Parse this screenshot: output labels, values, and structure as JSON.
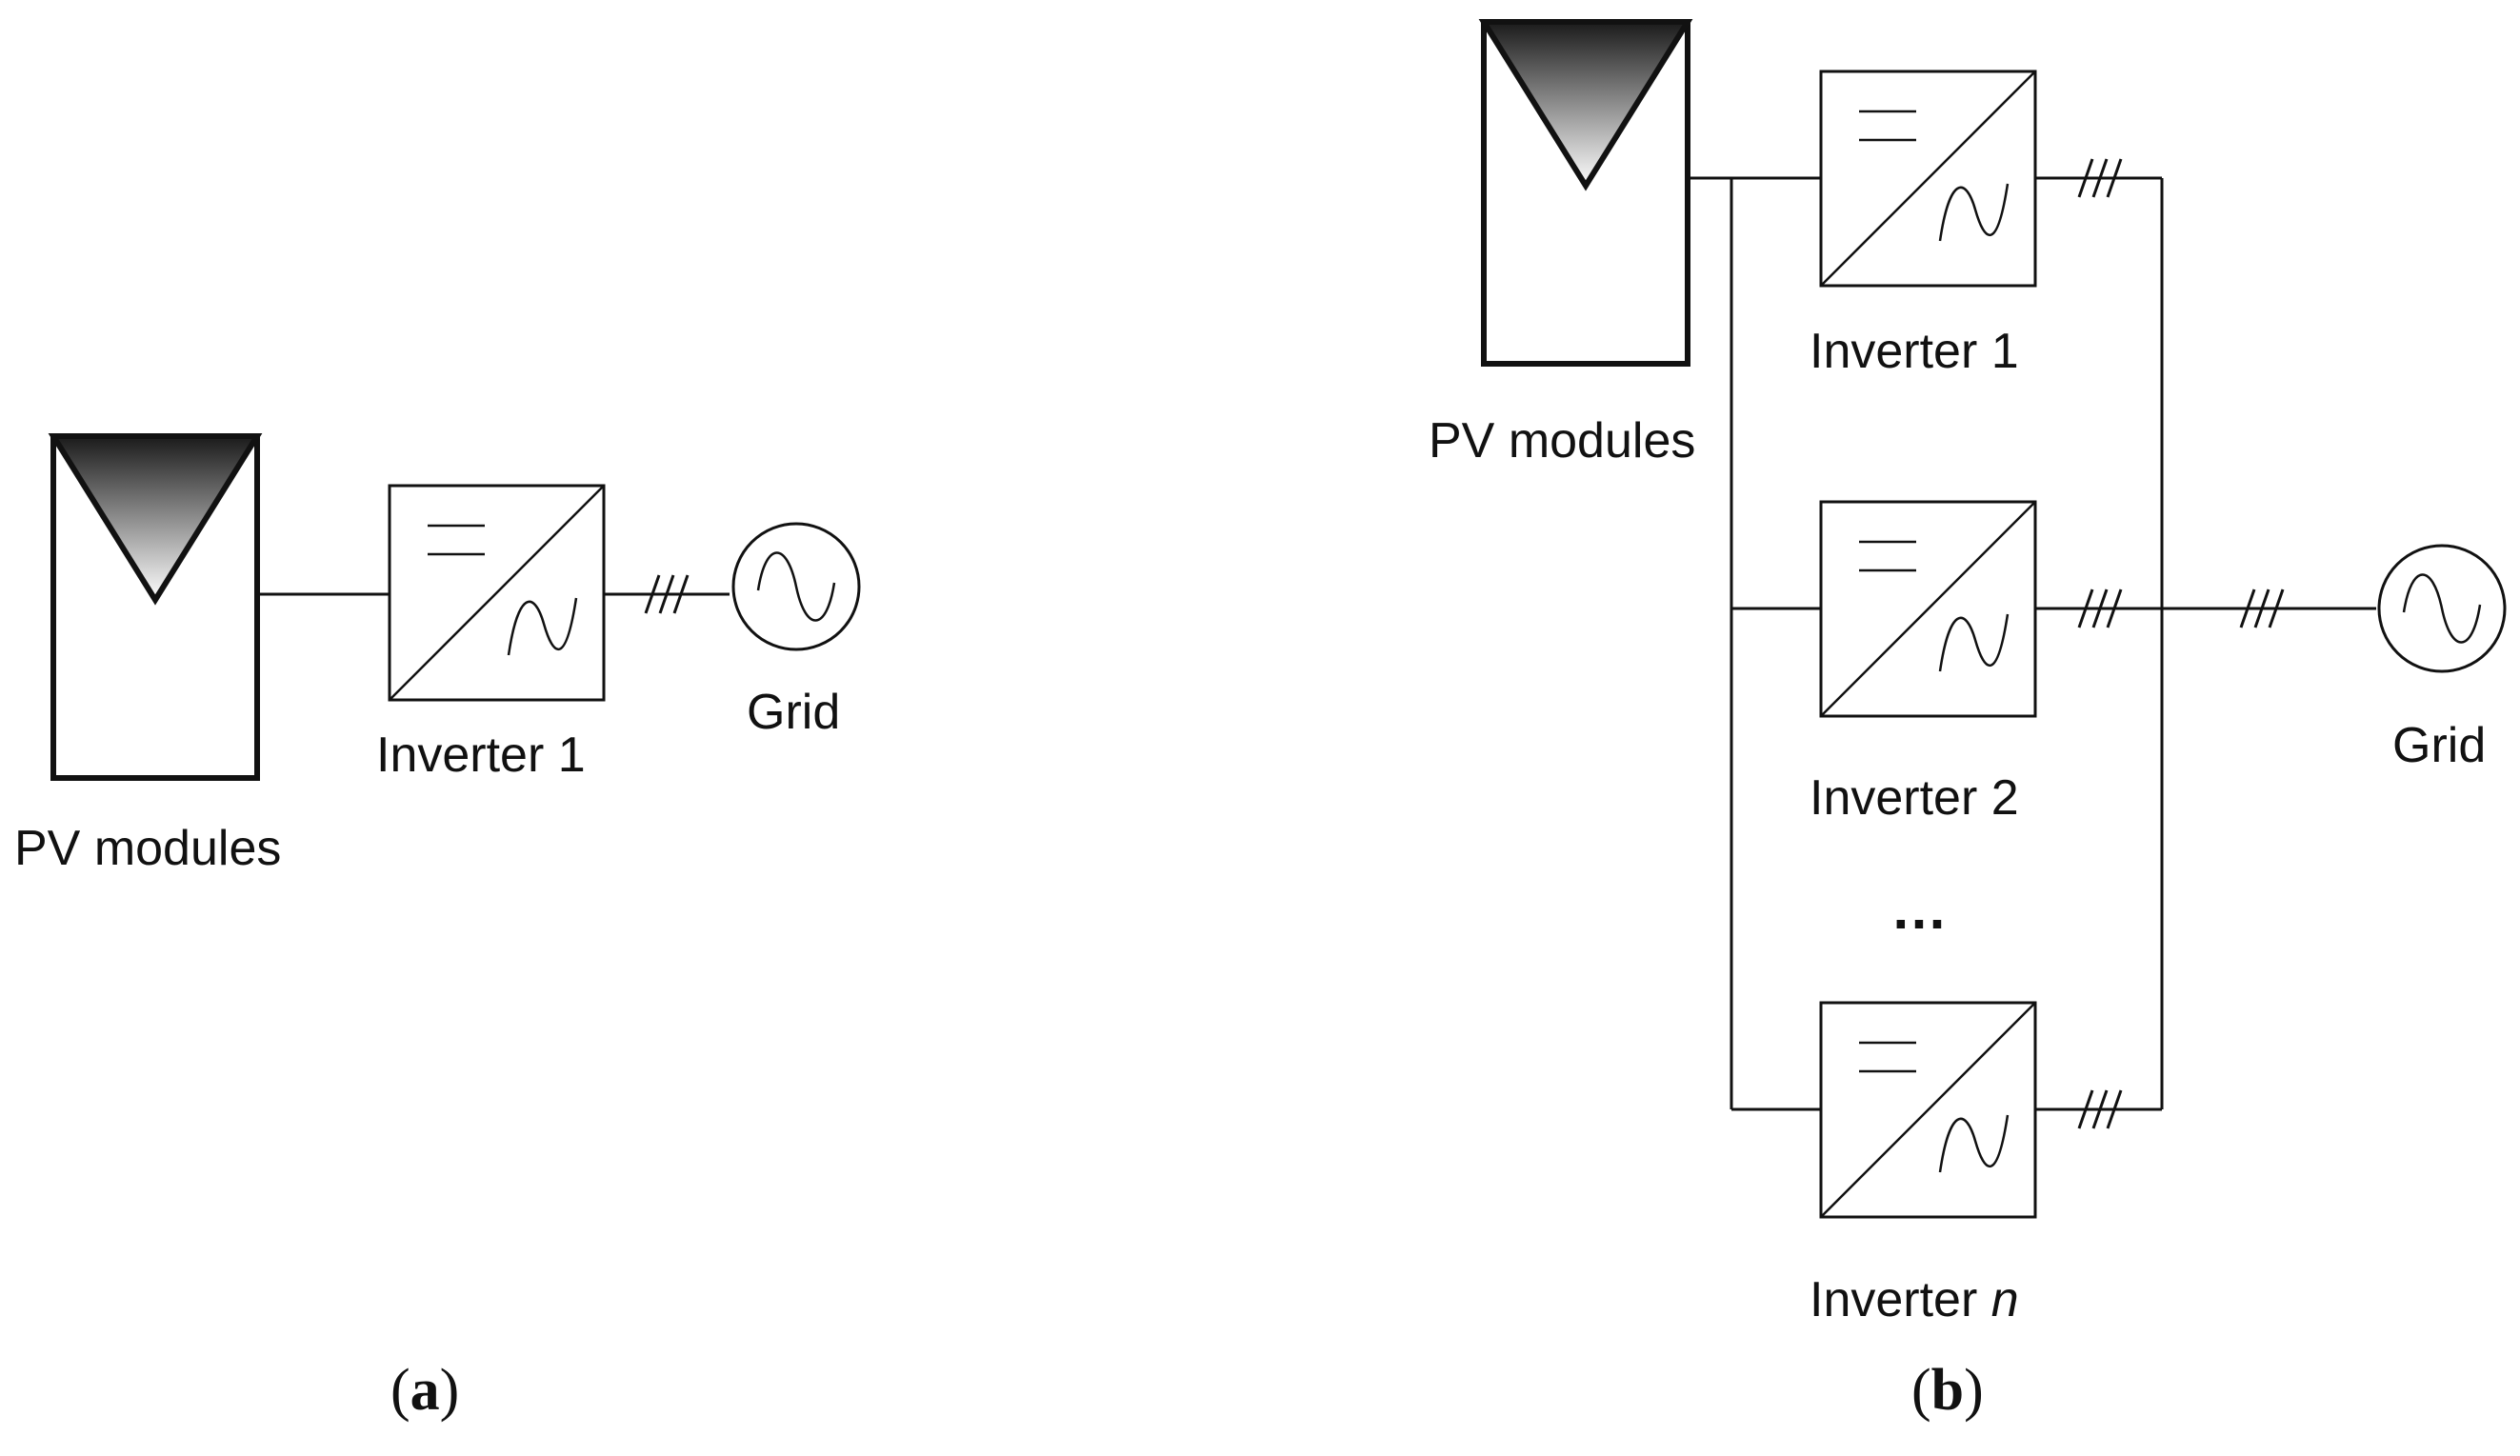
{
  "panel_a": {
    "pv_label": "PV modules",
    "inverter_label": "Inverter 1",
    "grid_label": "Grid",
    "caption_open": "(",
    "caption_letter": "a",
    "caption_close": ")"
  },
  "panel_b": {
    "pv_label": "PV modules",
    "inverters": [
      {
        "label": "Inverter 1"
      },
      {
        "label": "Inverter 2"
      },
      {
        "label_prefix": "Inverter ",
        "label_italic": "n"
      }
    ],
    "ellipsis": "…",
    "grid_label": "Grid",
    "caption_open": "(",
    "caption_letter": "b",
    "caption_close": ")"
  },
  "symbols": {
    "inverter_icon": "dc-ac-inverter-icon",
    "grid_icon": "ac-source-icon",
    "three_phase_icon": "three-phase-mark-icon",
    "pv_icon": "pv-module-icon"
  }
}
